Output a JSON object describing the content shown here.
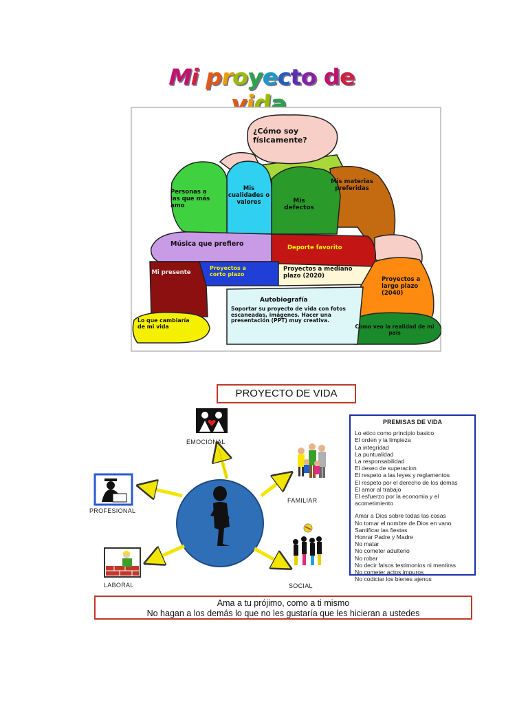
{
  "title": "Mi proyecto de vida",
  "title_colors": [
    "#c0146c",
    "#d21f3c",
    "#e05a16",
    "#e8a000",
    "#9bbd00",
    "#2aa34a",
    "#1a9bc3",
    "#1f5fbf",
    "#5b2fb0",
    "#8a1fa6"
  ],
  "figure": {
    "head": "¿Cómo soy físicamente?",
    "personas": "Personas a las que más amo",
    "cualidades": "Mis cualidades o valores",
    "defectos": "Mis defectos",
    "materias": "Mis materias preferidas",
    "musica": "Música que prefiero",
    "deporte": "Deporte favorito",
    "corto": "Proyectos a corto plazo",
    "mediano": "Proyectos a mediano plazo (2020)",
    "largo": "Proyectos a largo plazo (2040)",
    "presente": "Mi presente",
    "cambiaria": "Lo que cambiaría de mi vida",
    "realidad": "Como veo la realidad de mi país",
    "autobiografia_title": "Autobiografía",
    "autobiografia_text": "Soportar su proyecto de vida con fotos escaneadas, imágenes. Hacer una presentación (PPT) muy creativa."
  },
  "diagram": {
    "title": "PROYECTO DE VIDA",
    "categories": {
      "emocional": "EMOCIONAL",
      "familiar": "FAMILIAR",
      "profesional": "PROFESIONAL",
      "laboral": "LABORAL",
      "social": "SOCIAL"
    }
  },
  "premisas": {
    "heading": "PREMISAS DE VIDA",
    "group1": [
      "Lo etico como principio basico",
      "El orden y la limpieza",
      "La integridad",
      "La puntualidad",
      "La responsabilidad",
      "El deseo de superacion",
      "El respeto a las leyes y reglamentos",
      "El respeto por el derecho de los demas",
      "El amor al trabajo",
      "El esfuerzo por la economia y el",
      "acometimiento"
    ],
    "group2": [
      "Amar a Dios sobre todas las cosas",
      "No tomar el nombre de Dios en vano",
      "Santificar las fiestas",
      "Honrar Padre y Madre",
      "No matar",
      "No cometer adulterio",
      "No robar",
      "No decir falsos testimonios ni mentiras",
      "No cometer actos impuros",
      "No codiciar los bienes ajenos"
    ]
  },
  "quote": {
    "line1": "Ama a tu prójimo, como a ti mismo",
    "line2": "No hagan a los demás lo que no les gustaría que les hicieran a ustedes"
  }
}
